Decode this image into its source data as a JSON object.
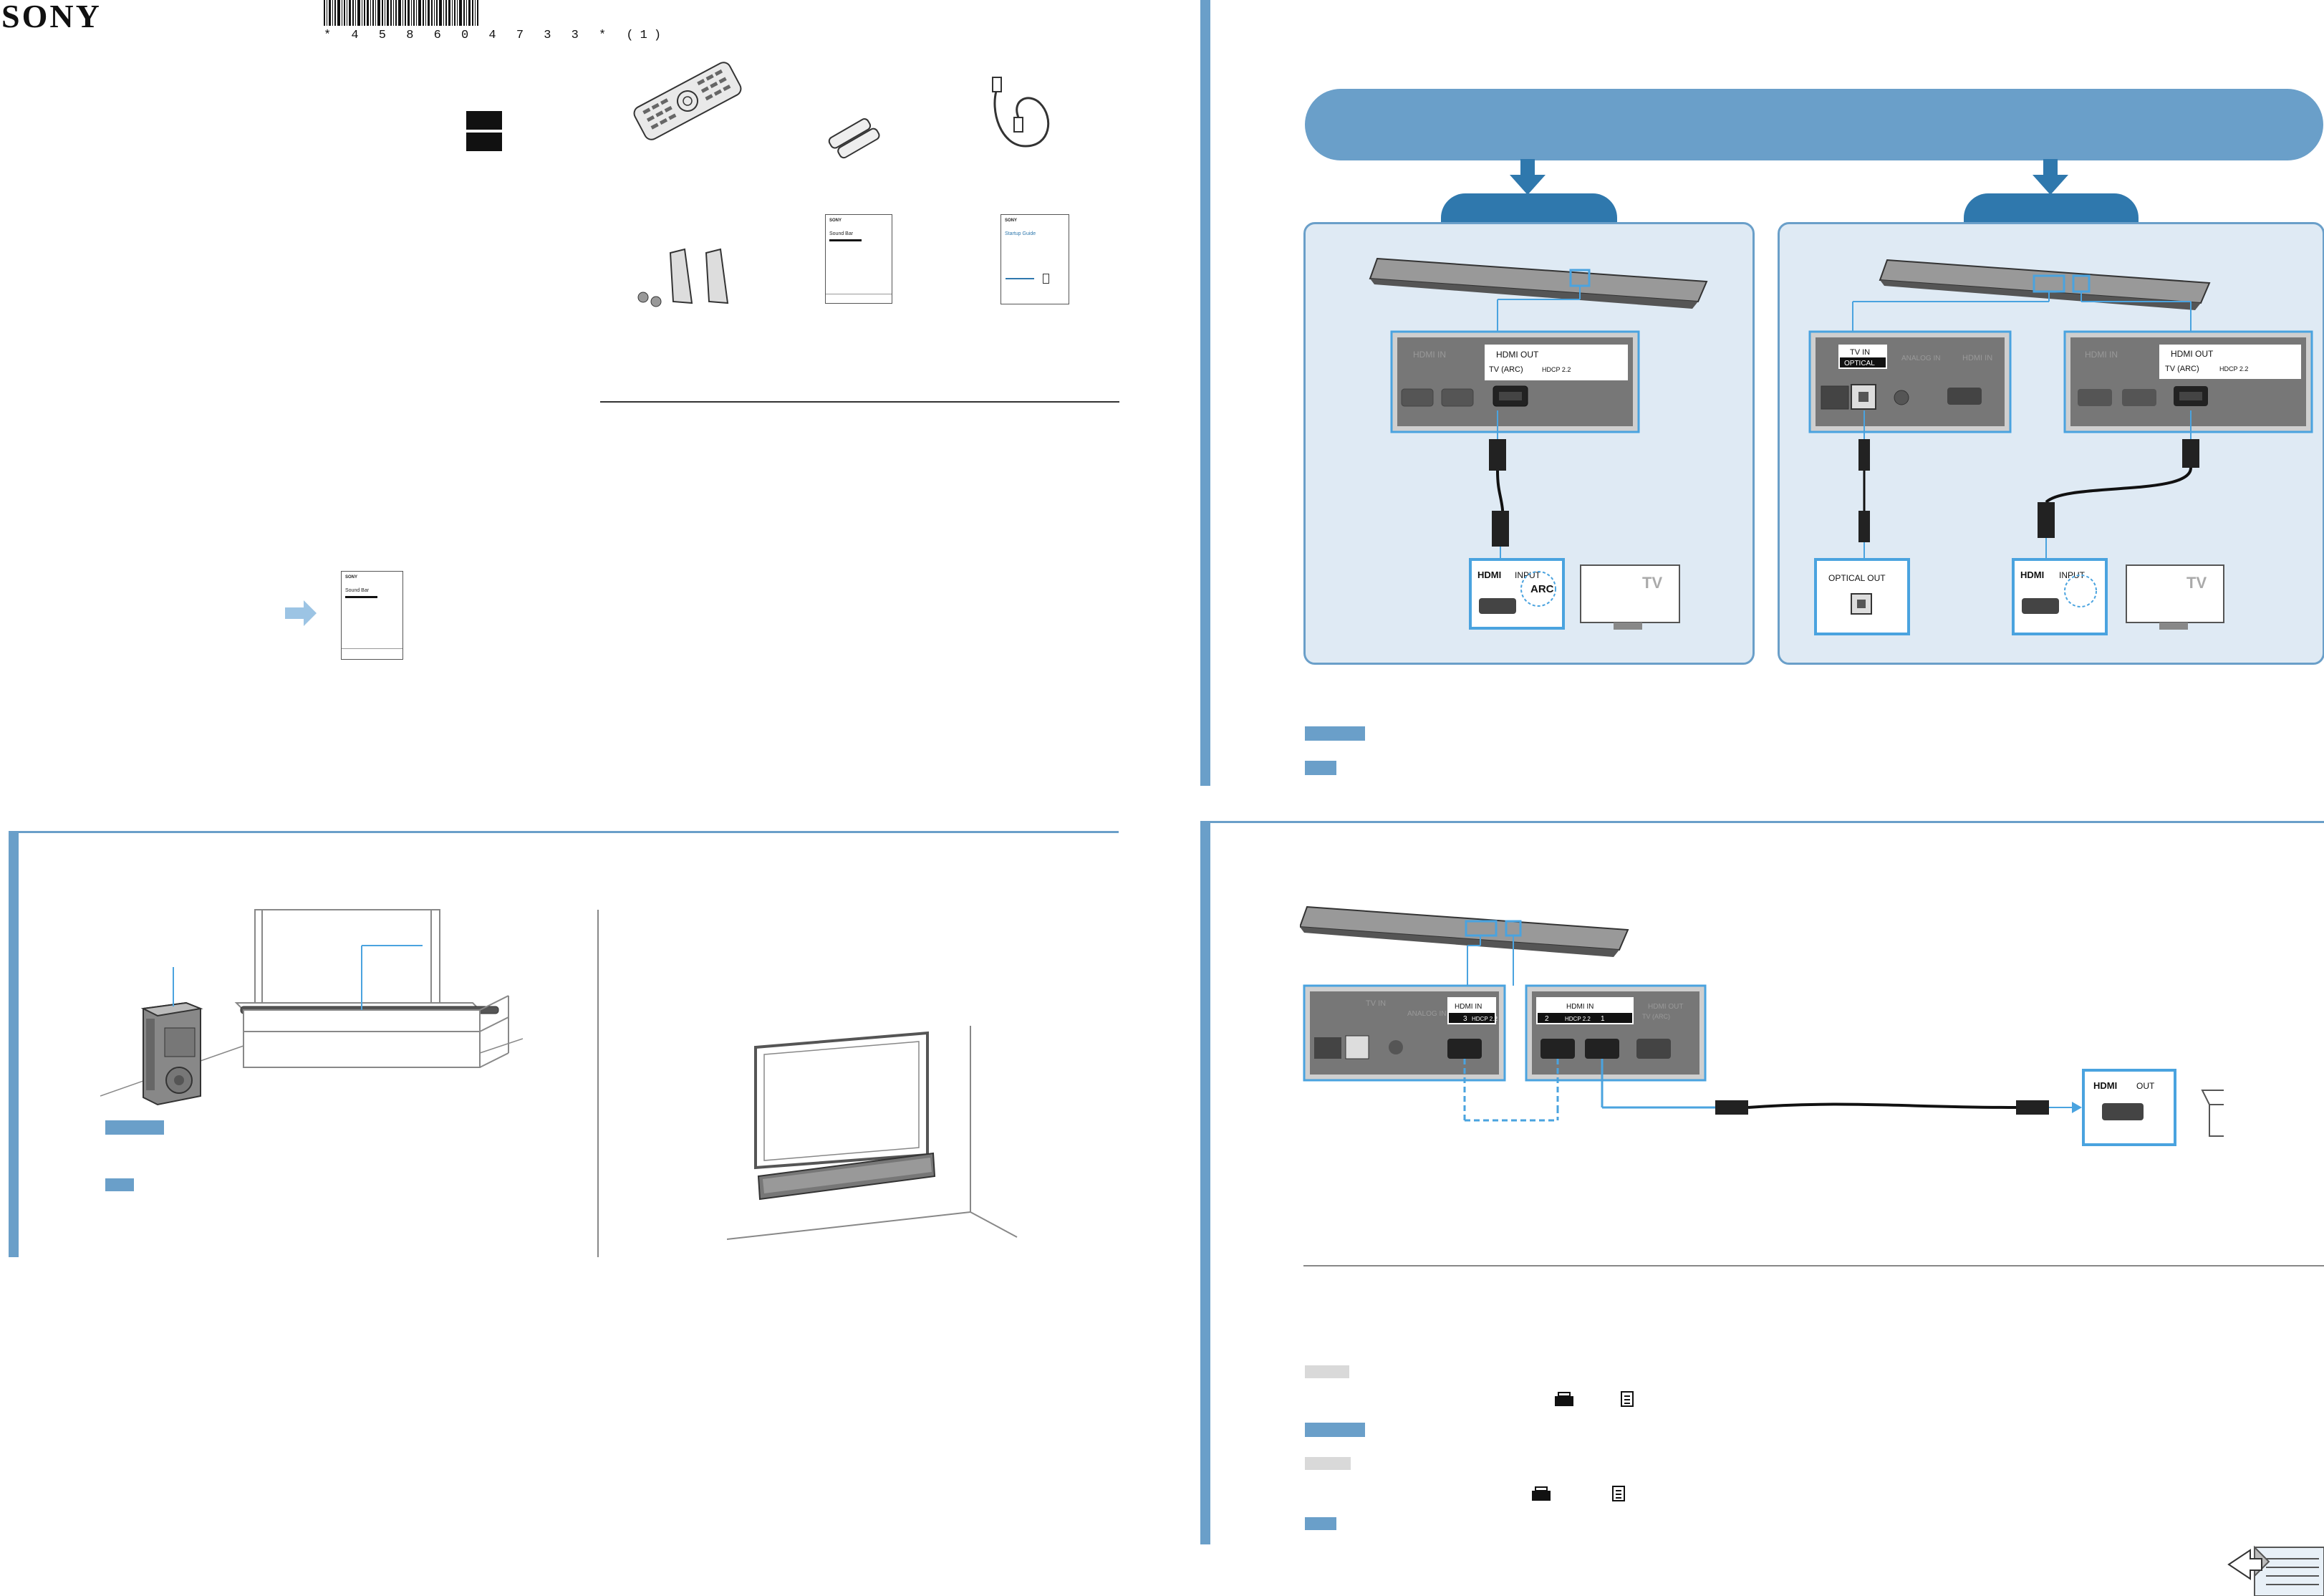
{
  "brand": "SONY",
  "barcode": {
    "digits": "* 4 5 8 6 0 4 7 3 3 * (1)"
  },
  "accessories": {
    "manual1": {
      "brand": "SONY",
      "title": "Sound Bar"
    },
    "manual2": {
      "brand": "SONY",
      "title": "Startup Guide"
    },
    "startup_manual": {
      "brand": "SONY",
      "title": "Sound Bar"
    }
  },
  "connect_tv": {
    "soundbar_panel": {
      "hdmi_in": "HDMI IN",
      "hdmi_out": "HDMI OUT",
      "tv_arc": "TV (ARC)",
      "hdcp": "HDCP 2.2",
      "tv_in": "TV IN",
      "optical": "OPTICAL",
      "analog_in": "ANALOG IN"
    },
    "tv_jack": {
      "hdmi_logo": "HDMI",
      "input": "INPUT",
      "arc": "ARC",
      "optical_out": "OPTICAL OUT",
      "tv": "TV"
    }
  },
  "connect_device": {
    "panel_labels": {
      "tv_in": "TV IN",
      "analog_in": "ANALOG IN",
      "hdmi_in": "HDMI IN",
      "in3": "3",
      "in2": "2",
      "in1": "1",
      "hdcp": "HDCP 2.2",
      "hdmi_out": "HDMI OUT",
      "tv_arc": "TV (ARC)"
    },
    "device_jack": {
      "hdmi_logo": "HDMI",
      "out": "OUT"
    }
  },
  "colors": {
    "accent": "#6a9fc9",
    "accent_dark": "#2f78ad",
    "panel_bg": "#dfeaf4",
    "highlight": "#4aa3df"
  }
}
